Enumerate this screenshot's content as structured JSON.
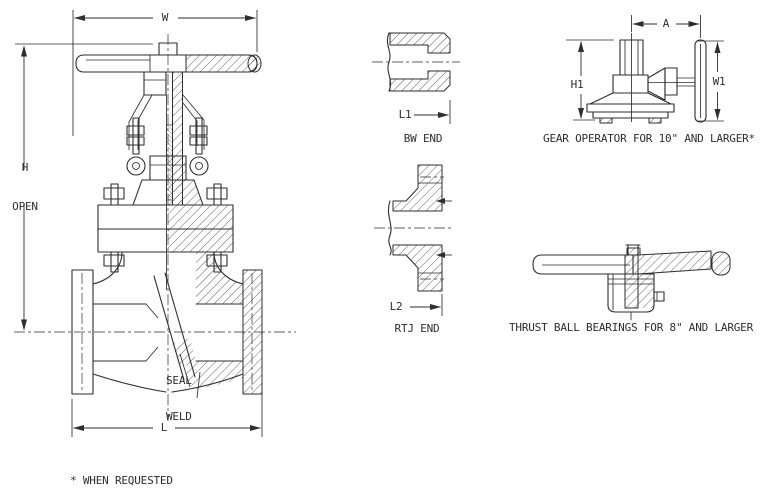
{
  "colors": {
    "line": "#2e2e2e",
    "background": "#ffffff"
  },
  "main_valve": {
    "dim_width": "W",
    "dim_height_line1": "H",
    "dim_height_line2": "OPEN",
    "dim_length": "L",
    "seal_weld_line1": "SEAL",
    "seal_weld_line2": "WELD"
  },
  "bw_end": {
    "dim": "L1",
    "caption": "BW END"
  },
  "rtj_end": {
    "dim": "L2",
    "caption": "RTJ END"
  },
  "gear_operator": {
    "dim_a": "A",
    "dim_h1": "H1",
    "dim_w1": "W1",
    "caption": "GEAR OPERATOR FOR 10\" AND LARGER*"
  },
  "thrust_bearings": {
    "caption": "THRUST BALL BEARINGS FOR 8\" AND LARGER"
  },
  "footnote": "* WHEN REQUESTED"
}
